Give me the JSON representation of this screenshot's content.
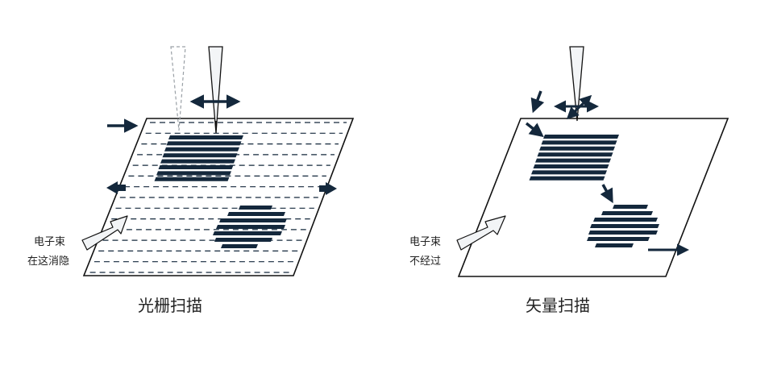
{
  "raster": {
    "caption": "光栅扫描",
    "note_line1": "电子束",
    "note_line2": "在这消隐"
  },
  "vector": {
    "caption": "矢量扫描",
    "note_line1": "电子束",
    "note_line2": "不经过"
  },
  "colors": {
    "ink": "#14283c",
    "outline": "#111111",
    "beam_fill": "#f3f5f7",
    "arrow_fill": "#f2f4f6"
  }
}
